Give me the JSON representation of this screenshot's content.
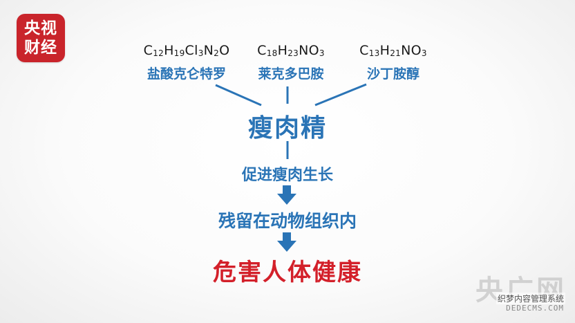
{
  "logo": {
    "line1": "央视",
    "line2": "财经",
    "color": "#c9242b"
  },
  "compounds": [
    {
      "formula_parts": [
        [
          "C",
          ""
        ],
        [
          "12",
          "sub"
        ],
        [
          "H",
          ""
        ],
        [
          "19",
          "sub"
        ],
        [
          "Cl",
          ""
        ],
        [
          "3",
          "sub"
        ],
        [
          "N",
          ""
        ],
        [
          "2",
          "sub"
        ],
        [
          "O",
          ""
        ]
      ],
      "name": "盐酸克仑特罗"
    },
    {
      "formula_parts": [
        [
          "C",
          ""
        ],
        [
          "18",
          "sub"
        ],
        [
          "H",
          ""
        ],
        [
          "23",
          "sub"
        ],
        [
          "NO",
          ""
        ],
        [
          "3",
          "sub"
        ]
      ],
      "name": "莱克多巴胺"
    },
    {
      "formula_parts": [
        [
          "C",
          ""
        ],
        [
          "13",
          "sub"
        ],
        [
          "H",
          ""
        ],
        [
          "21",
          "sub"
        ],
        [
          "NO",
          ""
        ],
        [
          "3",
          "sub"
        ]
      ],
      "name": "沙丁胺醇"
    }
  ],
  "center_node": "瘦肉精",
  "steps": [
    "促进瘦肉生长",
    "残留在动物组织内"
  ],
  "final_node": "危害人体健康",
  "colors": {
    "blue": "#2a74b6",
    "red": "#d3202a",
    "formula": "#1a1a1a"
  },
  "watermark": {
    "big": "央广网",
    "small": "织梦内容管理系统",
    "url": "DEDECMS.COM"
  }
}
